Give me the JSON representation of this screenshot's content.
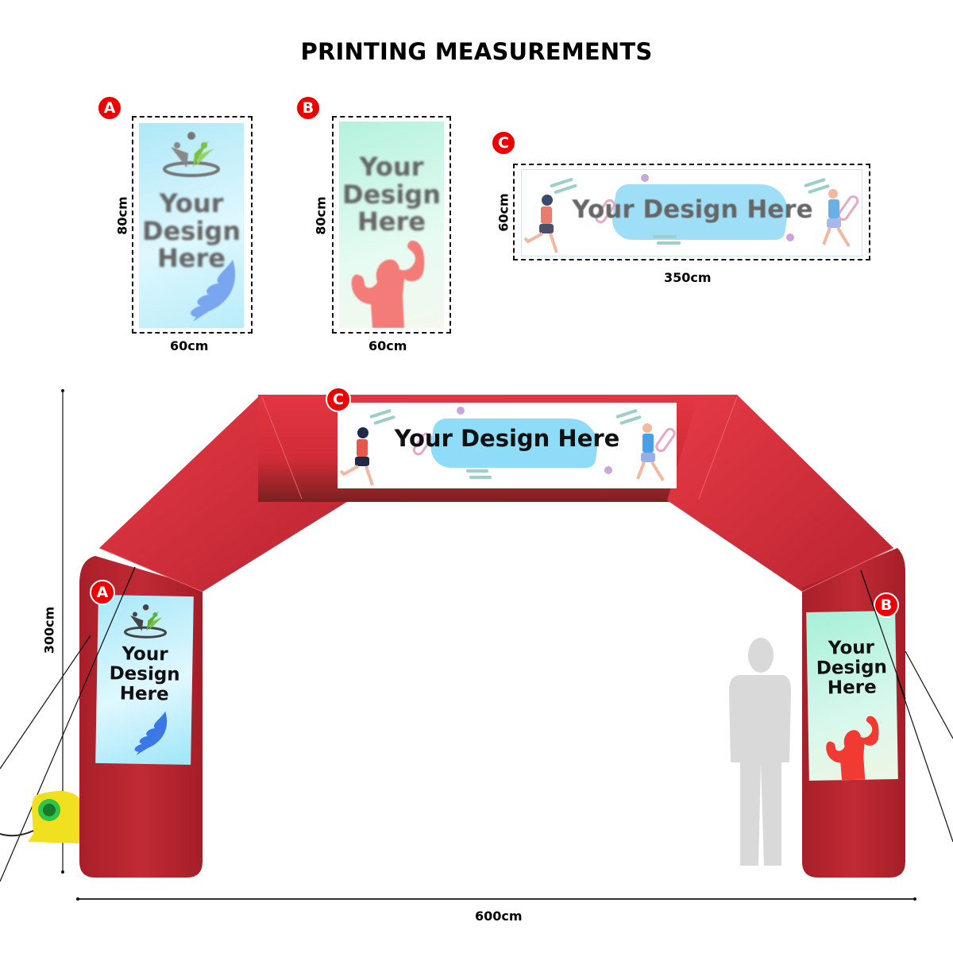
{
  "title": "PRINTING MEASUREMENTS",
  "colors": {
    "badge_red": "#ee0000",
    "arch_red": "#c72a35",
    "arch_red_light": "#e23743",
    "panel_a_bg": "#aee8f7",
    "panel_b_bg": "#b4f2dd",
    "brush_blue": "#9edff7",
    "muscle_red": "#f03a32",
    "feather_blue": "#3a78e8",
    "silhouette_gray": "#d9d9d9",
    "blower_yellow": "#f2e01e"
  },
  "templates": {
    "a": {
      "badge": "A",
      "text_lines": [
        "Your",
        "Design",
        "Here"
      ],
      "width_label": "60cm",
      "height_label": "80cm",
      "icons": [
        "people-logo-icon",
        "feather-icon"
      ]
    },
    "b": {
      "badge": "B",
      "text_lines": [
        "Your",
        "Design",
        "Here"
      ],
      "width_label": "60cm",
      "height_label": "80cm",
      "icons": [
        "muscle-man-icon"
      ]
    },
    "c": {
      "badge": "C",
      "text": "Your Design Here",
      "width_label": "350cm",
      "height_label": "60cm",
      "icons": [
        "runner-woman-icon",
        "runner-man-icon"
      ]
    }
  },
  "arch": {
    "banner_c": {
      "badge": "C",
      "text": "Your Design Here"
    },
    "panel_a": {
      "badge": "A",
      "text_lines": [
        "Your",
        "Design",
        "Here"
      ]
    },
    "panel_b": {
      "badge": "B",
      "text_lines": [
        "Your",
        "Design",
        "Here"
      ]
    },
    "height_label": "300cm",
    "width_label": "600cm"
  }
}
